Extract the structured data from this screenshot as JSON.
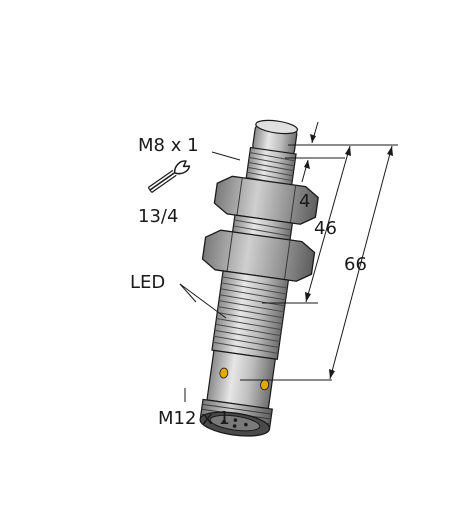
{
  "labels": {
    "thread_top": "M8 x 1",
    "wrench_size": "13/4",
    "led": "LED",
    "thread_bottom": "M12 x 1",
    "dim_small": "4",
    "dim_mid": "46",
    "dim_total": "66"
  },
  "colors": {
    "line": "#1a1a1a",
    "metal_light": "#d8d8d8",
    "metal_dark": "#8a8a8a",
    "led": "#e6a800"
  },
  "icons": [
    "wrench-icon"
  ]
}
